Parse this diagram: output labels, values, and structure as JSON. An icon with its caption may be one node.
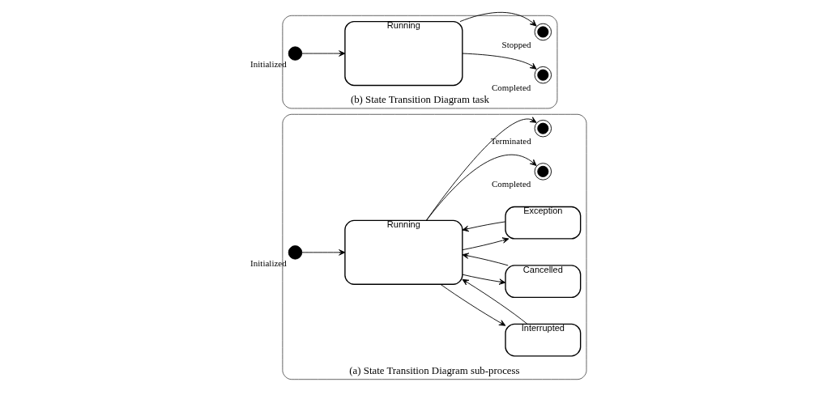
{
  "diagram": {
    "nodes": [
      {
        "text": [
          "(a) State Transition Diagram sub-process"
        ]
      },
      {
        "text": [
          "Initialized"
        ],
        "in": 0
      },
      {
        "text": [
          "Interrupted"
        ],
        "in": 0
      },
      {
        "text": [
          "Cancelled"
        ],
        "in": 0
      },
      {
        "text": [
          "Running"
        ],
        "in": 0
      },
      {
        "text": [
          "Exception"
        ],
        "in": 0
      },
      {
        "text": [
          "Completed"
        ],
        "in": 0
      },
      {
        "text": [
          "Terminated"
        ],
        "in": 0
      },
      {
        "text": [
          "(b) State Transition Diagram task"
        ]
      },
      {
        "text": [
          "Initialized"
        ],
        "in": 8
      },
      {
        "text": [
          "Running"
        ],
        "in": 8
      },
      {
        "text": [
          "Completed"
        ],
        "in": 8
      },
      {
        "text": [
          "Stopped"
        ],
        "in": 8
      }
    ],
    "edges": [
      {
        "from": 1,
        "to": 4,
        "arrow": "to"
      },
      {
        "from": 4,
        "to": 2,
        "arrow": "to"
      },
      {
        "from": 2,
        "to": 4,
        "arrow": "to"
      },
      {
        "from": 4,
        "to": 3,
        "arrow": "to"
      },
      {
        "from": 3,
        "to": 4,
        "arrow": "to"
      },
      {
        "from": 4,
        "to": 5,
        "arrow": "to"
      },
      {
        "from": 5,
        "to": 4,
        "arrow": "to"
      },
      {
        "from": 4,
        "to": 6,
        "arrow": "to"
      },
      {
        "from": 4,
        "to": 7,
        "arrow": "to"
      },
      {
        "from": 9,
        "to": 10,
        "arrow": "to"
      },
      {
        "from": 10,
        "to": 11,
        "arrow": "to"
      },
      {
        "from": 10,
        "to": 12,
        "arrow": "to"
      }
    ]
  }
}
